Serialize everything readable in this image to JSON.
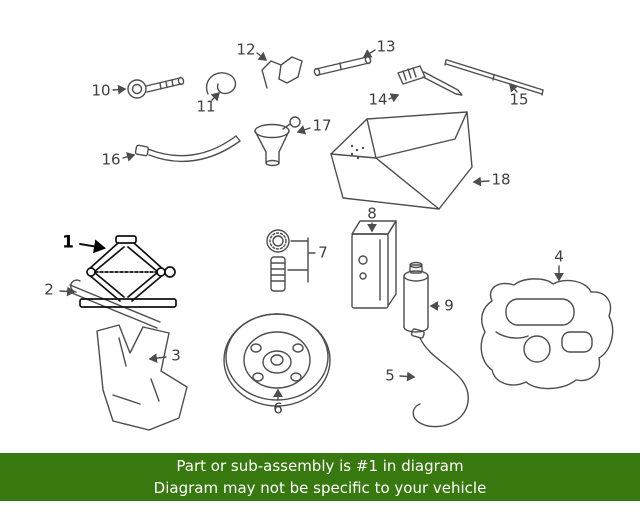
{
  "diagram": {
    "callouts": [
      {
        "label": "1",
        "highlight": true
      },
      {
        "label": "2",
        "highlight": false
      },
      {
        "label": "3",
        "highlight": false
      },
      {
        "label": "4",
        "highlight": false
      },
      {
        "label": "5",
        "highlight": false
      },
      {
        "label": "6",
        "highlight": false
      },
      {
        "label": "7",
        "highlight": false
      },
      {
        "label": "8",
        "highlight": false
      },
      {
        "label": "9",
        "highlight": false
      },
      {
        "label": "10",
        "highlight": false
      },
      {
        "label": "11",
        "highlight": false
      },
      {
        "label": "12",
        "highlight": false
      },
      {
        "label": "13",
        "highlight": false
      },
      {
        "label": "14",
        "highlight": false
      },
      {
        "label": "15",
        "highlight": false
      },
      {
        "label": "16",
        "highlight": false
      },
      {
        "label": "17",
        "highlight": false
      },
      {
        "label": "18",
        "highlight": false
      }
    ]
  },
  "banner": {
    "line1": "Part or sub-assembly is #1 in diagram",
    "line2": "Diagram may not be specific to your vehicle",
    "background_color": "#37790f",
    "text_color": "#ffffff"
  },
  "colors": {
    "line_art": "#4d4d4d",
    "highlight_part": "#111111",
    "background": "#ffffff"
  }
}
